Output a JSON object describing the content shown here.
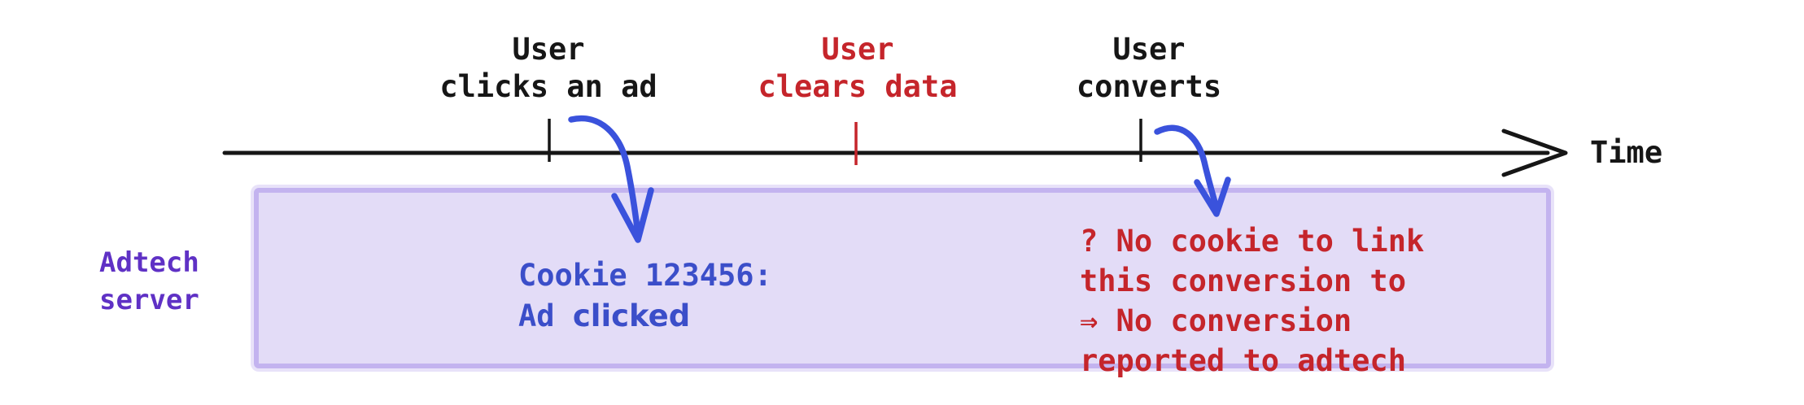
{
  "colors": {
    "timeline_black": "#161616",
    "event_red": "#c5252b",
    "note_blue_text": "#3b4ec9",
    "arrow_blue": "#3a52dc",
    "server_purple_text": "#5f31c5",
    "box_fill": "#e3dcf7",
    "box_border": "#c3b3ef"
  },
  "timeline": {
    "axis_label": "Time",
    "events": [
      {
        "line1": "User",
        "line2": "clicks an ad"
      },
      {
        "line1": "User",
        "line2": "clears data"
      },
      {
        "line1": "User",
        "line2": "converts"
      }
    ]
  },
  "server_box": {
    "label": {
      "line1": "Adtech",
      "line2": "server"
    },
    "cookie_note": {
      "line1": "Cookie 123456:",
      "line2_prefix": "Ad ",
      "line2_emphasis": "clicked"
    },
    "failure_note": {
      "line1": "? No cookie to link",
      "line2": "this conversion to",
      "line3": "⇒ No conversion",
      "line4": "reported to adtech"
    }
  }
}
